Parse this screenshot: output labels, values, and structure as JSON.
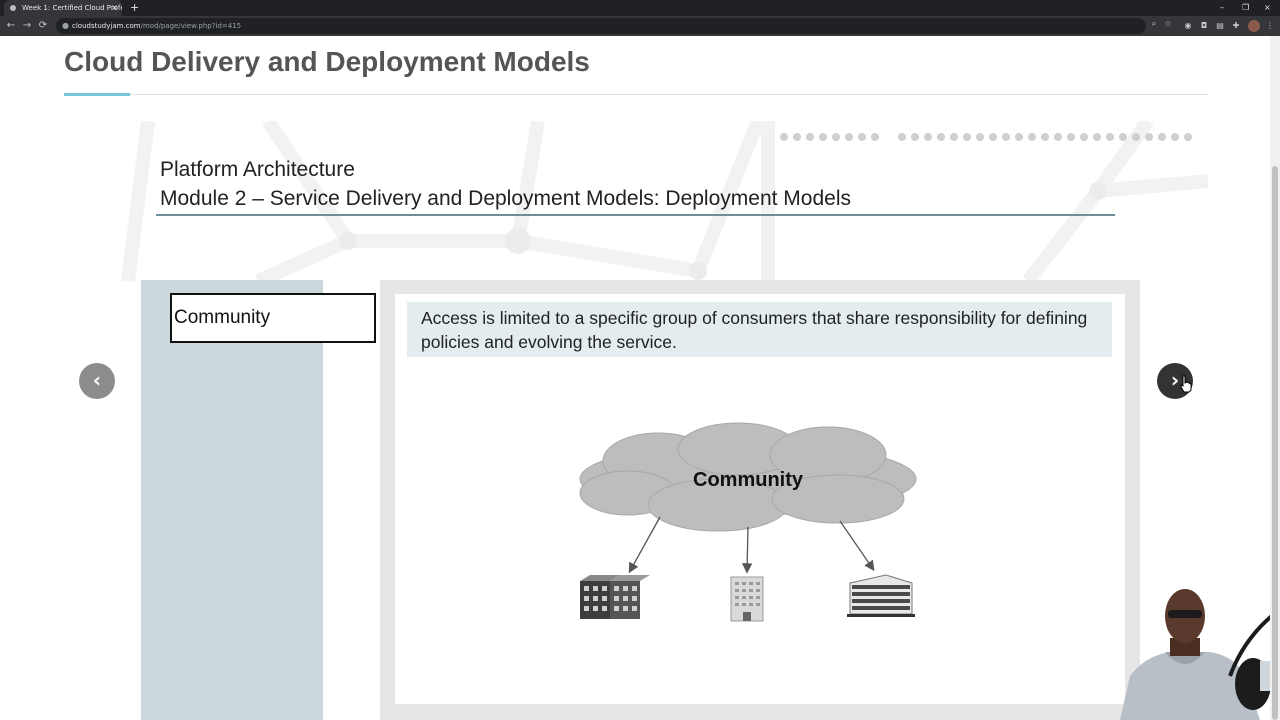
{
  "browser": {
    "tab_title": "Week 1: Certified Cloud Professio...",
    "tab_close": "×",
    "new_tab": "+",
    "url_domain": "cloudstudyjam.com",
    "url_path": "/mod/page/view.php?id=415",
    "window_controls": [
      "–",
      "❐",
      "×"
    ],
    "nav_icons": [
      "back-icon",
      "forward-icon",
      "reload-icon"
    ]
  },
  "page": {
    "title": "Cloud Delivery and Deployment Models"
  },
  "slide": {
    "heading_line1": "Platform Architecture",
    "heading_line2": "Module 2 – Service Delivery and Deployment Models: Deployment Models",
    "selected_model": "Community",
    "description": "Access is limited to a specific group of consumers that share responsibility for defining policies and evolving the service.",
    "diagram_label": "Community",
    "prev_symbol": "‹",
    "next_symbol": "›"
  },
  "colors": {
    "accent": "#7ac4d8",
    "left_panel": "#cbd7db",
    "description_bg": "#e3ecee",
    "cloud": "#bdbdbd"
  }
}
